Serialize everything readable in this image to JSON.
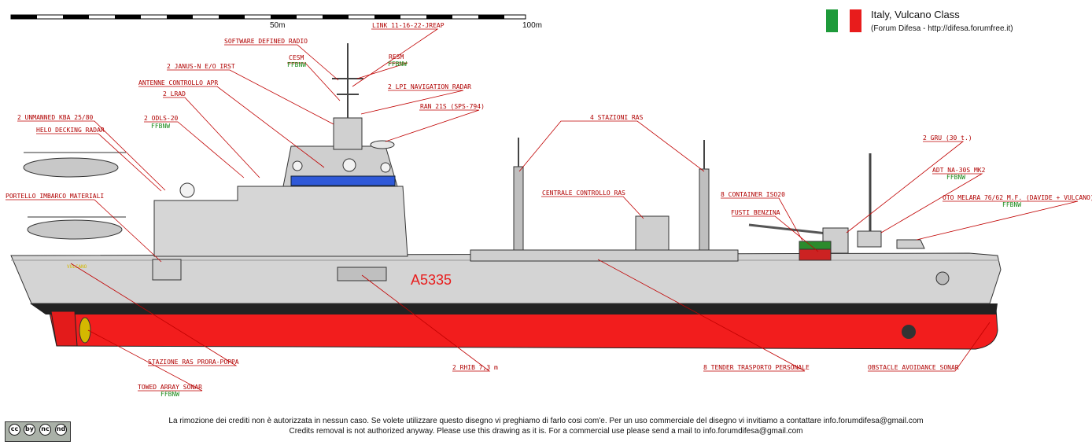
{
  "title": "Italy, Vulcano Class",
  "source": "(Forum Difesa - http://difesa.forumfree.it)",
  "scale": {
    "mid": "50m",
    "end": "100m"
  },
  "hull_number": "A5335",
  "ship_name": "VULCANO",
  "flag_colors": [
    "#1e9a3a",
    "#ffffff",
    "#e81c1c"
  ],
  "labels": {
    "software_defined_radio": "SOFTWARE DEFINED RADIO",
    "link": "LINK 11-16-22-JREAP",
    "janus": "2 JANUS-N E/O IRST",
    "cesm": "CESM",
    "resm": "RESM",
    "antenne": "ANTENNE CONTROLLO APR",
    "lrad": "2 LRAD",
    "lpi_radar": "2 LPI NAVIGATION RADAR",
    "ran": "RAN 21S (SPS-794)",
    "unmanned": "2 UNMANNED KBA 25/80",
    "odls": "2 ODLS-20",
    "helo_radar": "HELO DECKING RADAR",
    "stazioni_ras": "4 STAZIONI RAS",
    "gru": "2 GRU (30 t.)",
    "adt": "ADT NA-30S MK2",
    "centrale": "CENTRALE CONTROLLO RAS",
    "container": "8 CONTAINER ISO20",
    "oto": "OTO MELARA 76/62 M.F. (DAVIDE + VULCANO)",
    "fusti": "FUSTI BENZINA",
    "portello": "PORTELLO IMBARCO MATERIALI",
    "stazione_ras_pp": "STAZIONE RAS PRORA-POPPA",
    "rhib": "2 RHIB 7,3 m",
    "tender": "8 TENDER TRASPORTO PERSONALE",
    "obstacle": "OBSTACLE AVOIDANCE SONAR",
    "towed": "TOWED ARRAY SONAR",
    "ffbnw": "FFBNW"
  },
  "credits": {
    "it": "La rimozione dei crediti non è autorizzata in nessun caso. Se volete utilizzare questo disegno vi preghiamo di farlo cosi com'e. Per un uso commerciale del disegno vi invitiamo a contattare info.forumdifesa@gmail.com",
    "en": "Credits removal is not authorized anyway. Please use this drawing as it is. For a commercial use please send a mail to info.forumdifesa@gmail.com"
  },
  "cc_badges": [
    "cc",
    "by",
    "nc",
    "nd"
  ]
}
